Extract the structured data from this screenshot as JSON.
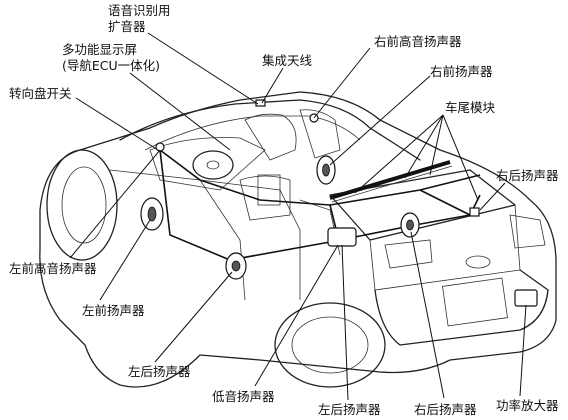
{
  "labels": {
    "voice_recognition_line1": "语音识别用",
    "voice_recognition_line2": "扩音器",
    "multi_display_line1": "多功能显示屏",
    "multi_display_line2": "(导航ECU一体化)",
    "integrated_antenna": "集成天线",
    "right_front_tweeter": "右前高音扬声器",
    "right_front_speaker": "右前扬声器",
    "steering_switch": "转向盘开关",
    "rear_module": "车尾模块",
    "right_rear_speaker_top": "右后扬声器",
    "left_front_tweeter": "左前高音扬声器",
    "left_front_speaker": "左前扬声器",
    "left_rear_speaker_mid": "左后扬声器",
    "subwoofer": "低音扬声器",
    "left_rear_speaker_bottom": "左后扬声器",
    "right_rear_speaker_bottom": "右后扬声器",
    "power_amplifier": "功率放大器"
  }
}
